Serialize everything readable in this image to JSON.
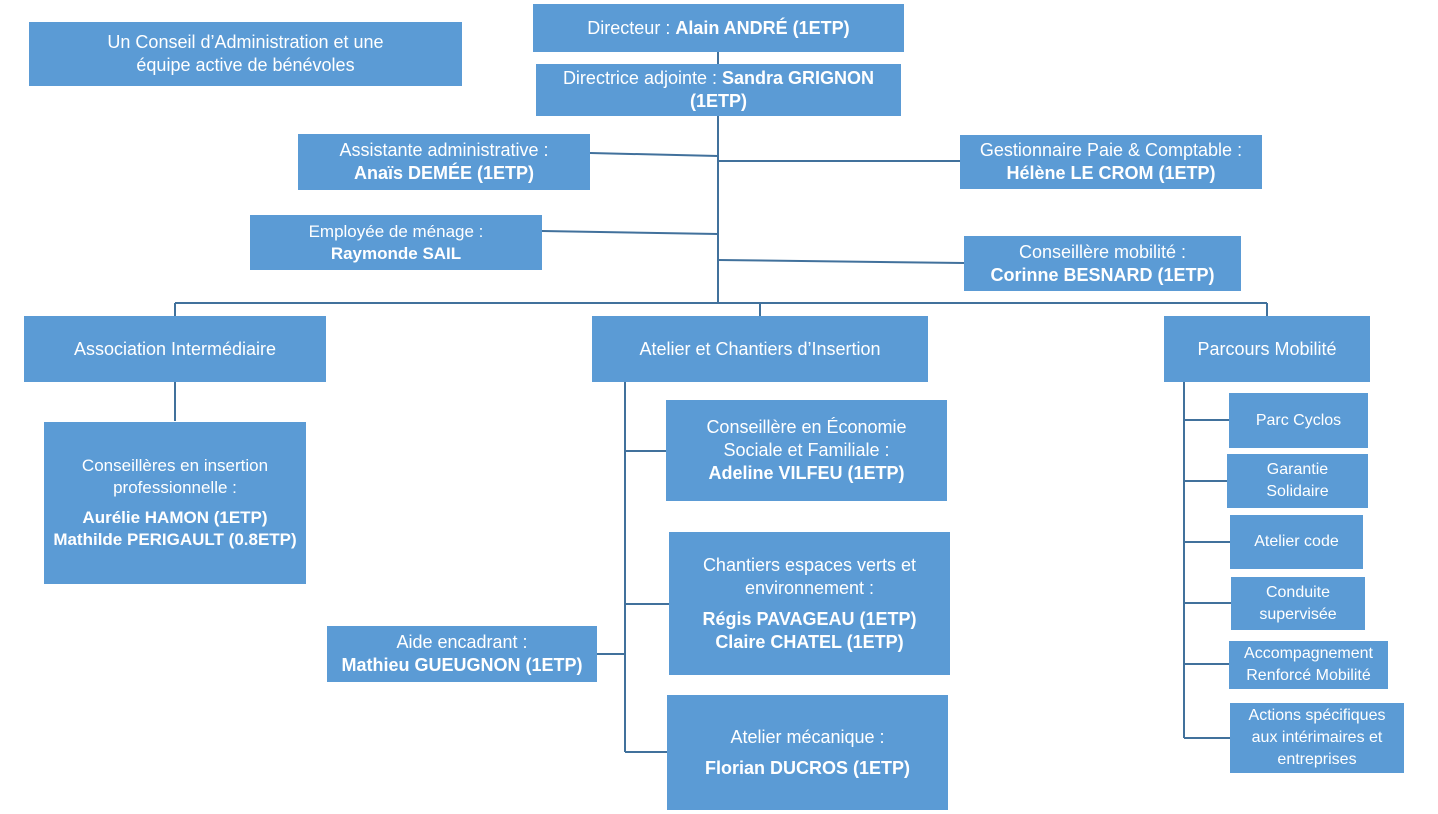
{
  "board": {
    "text": "Un Conseil d’Administration et une\néquipe active de bénévoles"
  },
  "director": {
    "role": "Directeur : ",
    "name": "Alain ANDRÉ (1ETP)"
  },
  "deputy": {
    "role": "Directrice adjointe : ",
    "name": "Sandra GRIGNON\n(1ETP)"
  },
  "assistant": {
    "role": "Assistante administrative :",
    "name": "Anaïs DEMÉE (1ETP)"
  },
  "cleaner": {
    "role": "Employée de ménage :",
    "name": "Raymonde SAIL"
  },
  "payroll": {
    "role": "Gestionnaire Paie & Comptable :",
    "name": "Hélène LE CROM (1ETP)"
  },
  "mobility_advisor": {
    "role": "Conseillère mobilité :",
    "name": "Corinne BESNARD (1ETP)"
  },
  "branches": {
    "ai": "Association Intermédiaire",
    "aci": "Atelier et Chantiers d’Insertion",
    "mobility": "Parcours Mobilité"
  },
  "ai_advisors": {
    "role": "Conseillères en insertion\nprofessionnelle :",
    "names": "Aurélie HAMON (1ETP)\nMathilde PERIGAULT (0.8ETP)"
  },
  "cesf": {
    "role": "Conseillère en Économie\nSociale et Familiale :",
    "name": "Adeline VILFEU (1ETP)"
  },
  "green": {
    "role": "Chantiers espaces verts et\nenvironnement :",
    "names": "Régis PAVAGEAU (1ETP)\nClaire CHATEL (1ETP)"
  },
  "helper": {
    "role": "Aide encadrant :",
    "name": "Mathieu GUEUGNON (1ETP)"
  },
  "mechanic": {
    "role": "Atelier mécanique :",
    "name": "Florian DUCROS (1ETP)"
  },
  "mobility_items": [
    "Parc Cyclos",
    "Garantie\nSolidaire",
    "Atelier code",
    "Conduite\nsupervisée",
    "Accompagnement\nRenforcé Mobilité",
    "Actions spécifiques\naux intérimaires et\nentreprises"
  ],
  "colors": {
    "box": "#5b9bd5",
    "line": "#41719c",
    "text": "#ffffff"
  }
}
